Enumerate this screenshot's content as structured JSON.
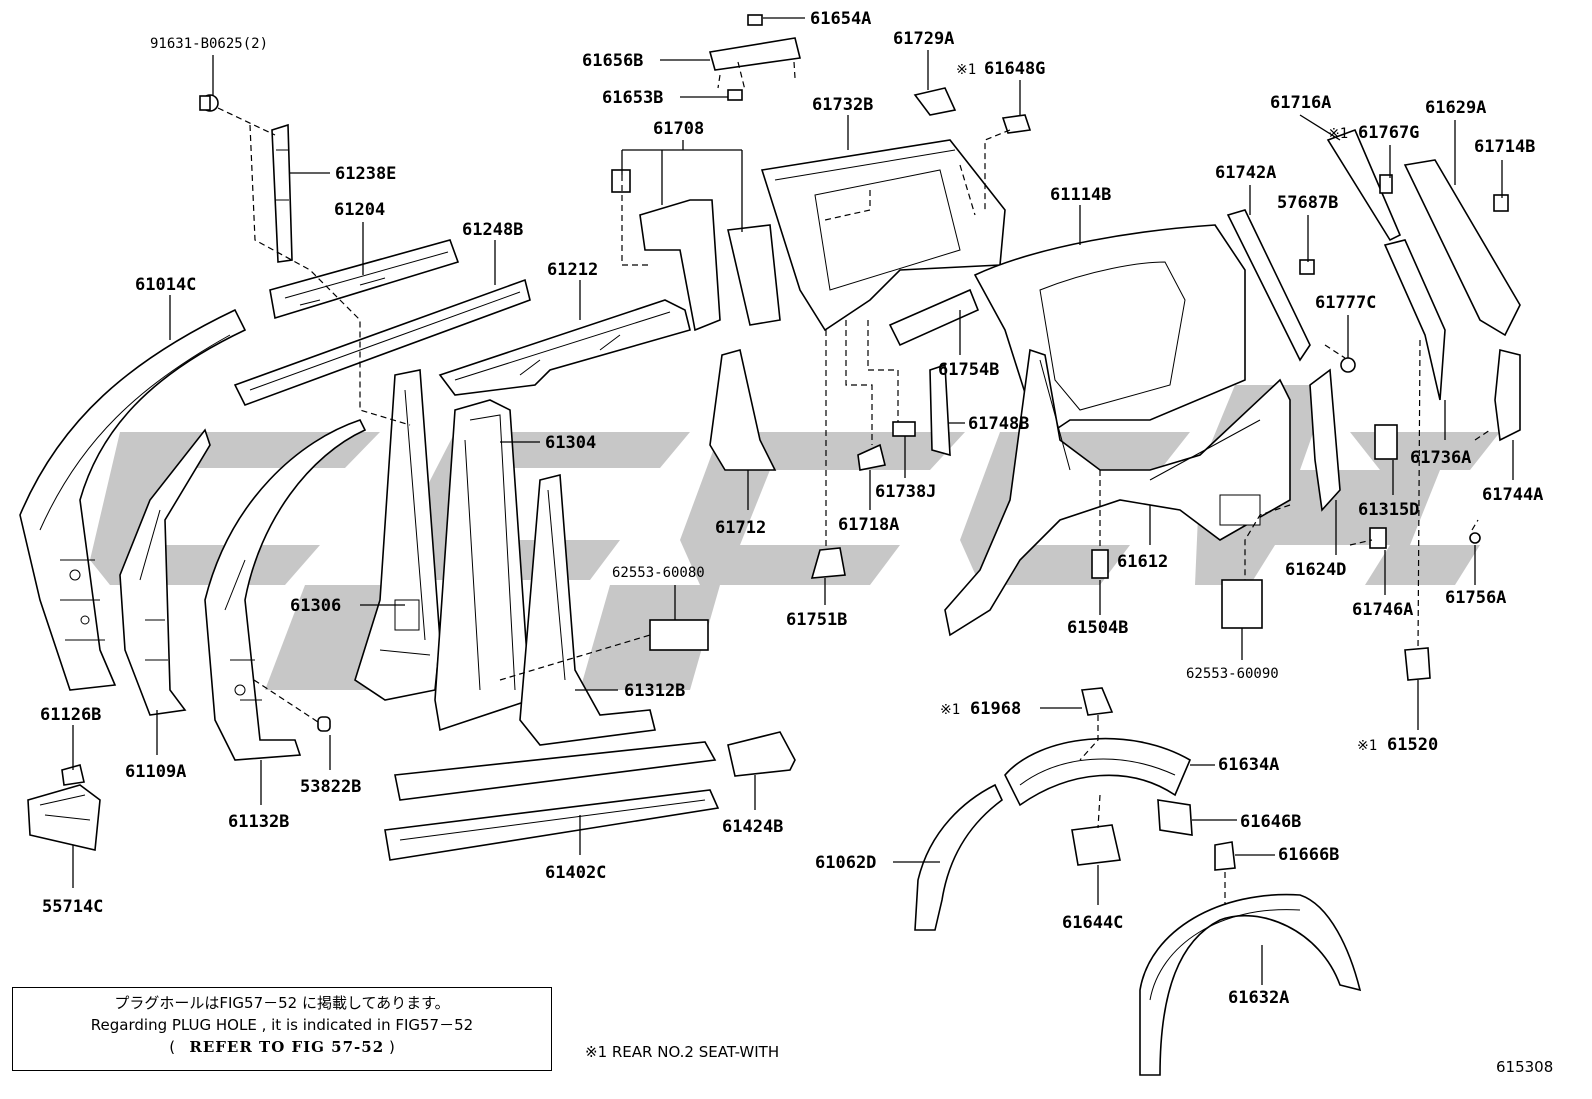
{
  "watermark": "toyota-logo",
  "labels": [
    {
      "id": "91631-B0625",
      "text": "91631-B0625(2)"
    },
    {
      "id": "61238E",
      "text": "61238E"
    },
    {
      "id": "61204",
      "text": "61204"
    },
    {
      "id": "61248B",
      "text": "61248B"
    },
    {
      "id": "61014C",
      "text": "61014C"
    },
    {
      "id": "61212",
      "text": "61212"
    },
    {
      "id": "61304",
      "text": "61304"
    },
    {
      "id": "61306",
      "text": "61306"
    },
    {
      "id": "61126B",
      "text": "61126B"
    },
    {
      "id": "61109A",
      "text": "61109A"
    },
    {
      "id": "61132B",
      "text": "61132B"
    },
    {
      "id": "53822B",
      "text": "53822B"
    },
    {
      "id": "55714C",
      "text": "55714C"
    },
    {
      "id": "61312B",
      "text": "61312B"
    },
    {
      "id": "61402C",
      "text": "61402C"
    },
    {
      "id": "61424B",
      "text": "61424B"
    },
    {
      "id": "62553-60080",
      "text": "62553-60080"
    },
    {
      "id": "61654A",
      "text": "61654A"
    },
    {
      "id": "61656B",
      "text": "61656B"
    },
    {
      "id": "61653B",
      "text": "61653B"
    },
    {
      "id": "61708",
      "text": "61708"
    },
    {
      "id": "61712",
      "text": "61712"
    },
    {
      "id": "61729A",
      "text": "61729A"
    },
    {
      "id": "61648G",
      "text": "61648G",
      "mark": "※1"
    },
    {
      "id": "61732B",
      "text": "61732B"
    },
    {
      "id": "61754B",
      "text": "61754B"
    },
    {
      "id": "61748B",
      "text": "61748B"
    },
    {
      "id": "61738J",
      "text": "61738J"
    },
    {
      "id": "61718A",
      "text": "61718A"
    },
    {
      "id": "61751B",
      "text": "61751B"
    },
    {
      "id": "61114B",
      "text": "61114B"
    },
    {
      "id": "61742A",
      "text": "61742A"
    },
    {
      "id": "57687B",
      "text": "57687B"
    },
    {
      "id": "61777C",
      "text": "61777C"
    },
    {
      "id": "61716A",
      "text": "61716A"
    },
    {
      "id": "61767G",
      "text": "61767G",
      "mark": "※1"
    },
    {
      "id": "61629A",
      "text": "61629A"
    },
    {
      "id": "61714B",
      "text": "61714B"
    },
    {
      "id": "61736A",
      "text": "61736A"
    },
    {
      "id": "61744A",
      "text": "61744A"
    },
    {
      "id": "61315D",
      "text": "61315D"
    },
    {
      "id": "61624D",
      "text": "61624D"
    },
    {
      "id": "61746A",
      "text": "61746A"
    },
    {
      "id": "61756A",
      "text": "61756A"
    },
    {
      "id": "61612",
      "text": "61612"
    },
    {
      "id": "61504B",
      "text": "61504B"
    },
    {
      "id": "62553-60090",
      "text": "62553-60090"
    },
    {
      "id": "61520",
      "text": "61520",
      "mark": "※1"
    },
    {
      "id": "61968",
      "text": "61968",
      "mark": "※1"
    },
    {
      "id": "61634A",
      "text": "61634A"
    },
    {
      "id": "61646B",
      "text": "61646B"
    },
    {
      "id": "61666B",
      "text": "61666B"
    },
    {
      "id": "61062D",
      "text": "61062D"
    },
    {
      "id": "61644C",
      "text": "61644C"
    },
    {
      "id": "61632A",
      "text": "61632A"
    }
  ],
  "note": {
    "line1": "プラグホールはFIG57－52 に掲載してあります。",
    "line2": "Regarding  PLUG HOLE , it is indicated in FIG57－52",
    "line3_open": "(",
    "line3_ref": "REFER TO FIG 57-52",
    "line3_close": ")"
  },
  "footnote": "※1 REAR NO.2 SEAT-WITH",
  "figure_number": "615308"
}
